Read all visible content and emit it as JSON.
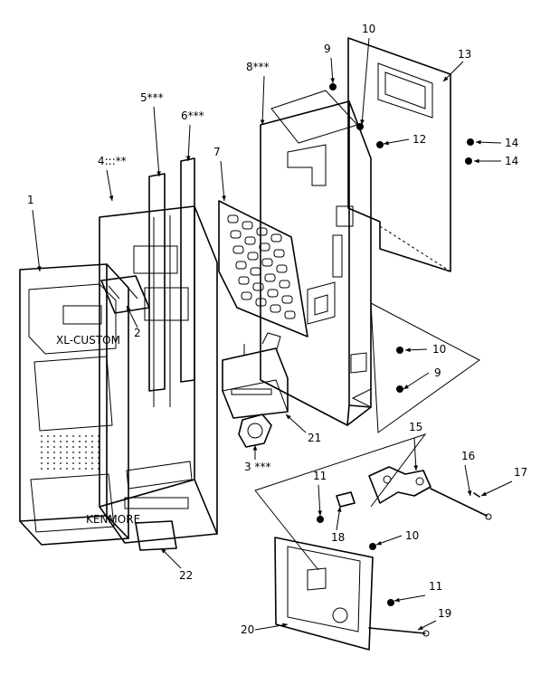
{
  "callouts": [
    {
      "id": "c1",
      "text": "1"
    },
    {
      "id": "c2",
      "text": "2"
    },
    {
      "id": "c3",
      "text": "3 ***"
    },
    {
      "id": "c4",
      "text": "4:::**"
    },
    {
      "id": "c5",
      "text": "5***"
    },
    {
      "id": "c6",
      "text": "6***"
    },
    {
      "id": "c7",
      "text": "7"
    },
    {
      "id": "c8",
      "text": "8***"
    },
    {
      "id": "c9a",
      "text": "9"
    },
    {
      "id": "c9b",
      "text": "9"
    },
    {
      "id": "c10a",
      "text": "10"
    },
    {
      "id": "c10b",
      "text": "10"
    },
    {
      "id": "c10c",
      "text": "10"
    },
    {
      "id": "c11a",
      "text": "11"
    },
    {
      "id": "c11b",
      "text": "11"
    },
    {
      "id": "c12",
      "text": "12"
    },
    {
      "id": "c13",
      "text": "13"
    },
    {
      "id": "c14a",
      "text": "14"
    },
    {
      "id": "c14b",
      "text": "14"
    },
    {
      "id": "c15",
      "text": "15"
    },
    {
      "id": "c16",
      "text": "16"
    },
    {
      "id": "c17",
      "text": "17"
    },
    {
      "id": "c18",
      "text": "18"
    },
    {
      "id": "c19",
      "text": "19"
    },
    {
      "id": "c20",
      "text": "20"
    },
    {
      "id": "c21",
      "text": "21"
    },
    {
      "id": "c22",
      "text": "22"
    }
  ]
}
